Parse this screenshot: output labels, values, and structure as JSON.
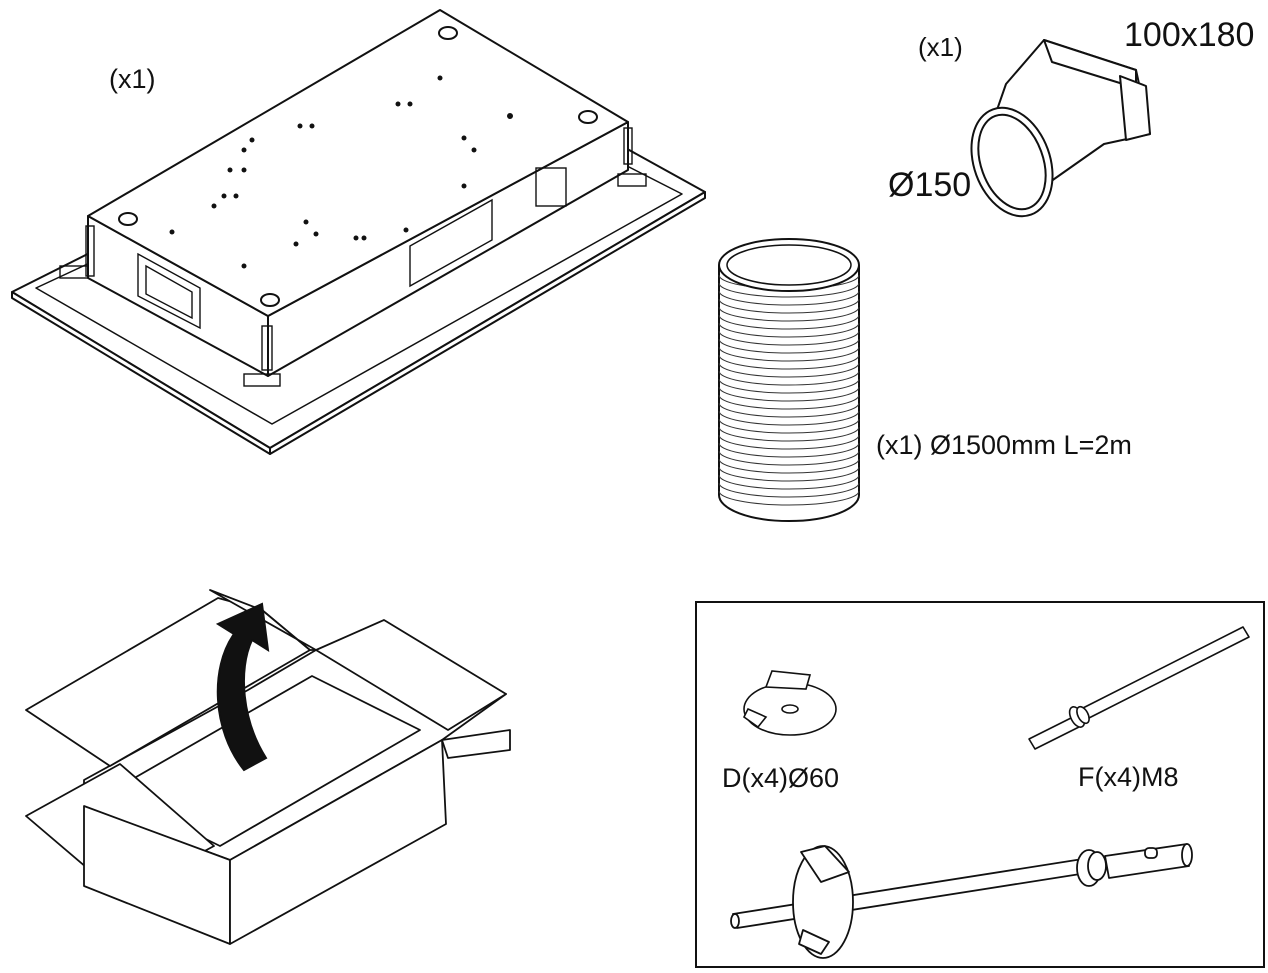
{
  "hood": {
    "qty": "(x1)"
  },
  "adapter": {
    "qty": "(x1)",
    "rect_size": "100x180",
    "round_size": "Ø150"
  },
  "duct": {
    "label": "(x1) Ø1500mm L=2m"
  },
  "kit": {
    "part_d": "D(x4)Ø60",
    "part_f": "F(x4)M8"
  }
}
